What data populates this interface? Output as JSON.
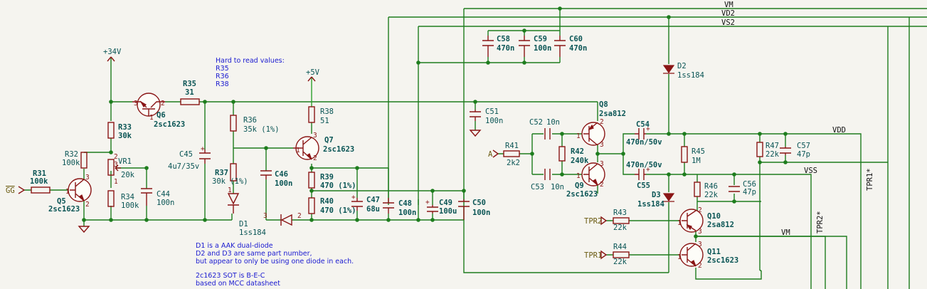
{
  "nets": {
    "vm_top": "VM",
    "vd2": "VD2",
    "vs2": "VS2",
    "vdd": "VDD",
    "vss": "VSS",
    "vm_low": "VM",
    "p34": "+34V",
    "p5": "+5V",
    "tpr1": "TPR1*",
    "tpr2": "TPR2*"
  },
  "global_labels": {
    "gg": "GG",
    "a": "A",
    "tpr2": "TPR2",
    "tpr1": "TPR1"
  },
  "notes": {
    "hard_title": "Hard to read values:",
    "hard_1": "R35",
    "hard_2": "R36",
    "hard_3": "R38",
    "d_1": "D1 is a AAK dual-diode",
    "d_2": "D2 and D3 are same part number,",
    "d_3": "but appear to only be using one diode in each.",
    "sot_1": "2c1623 SOT is B-E-C",
    "sot_2": "based on MCC datasheet"
  },
  "components": {
    "R31": {
      "ref": "R31",
      "val": "100k"
    },
    "R32": {
      "ref": "R32",
      "val": "100k"
    },
    "R33": {
      "ref": "R33",
      "val": "30k"
    },
    "R34": {
      "ref": "R34",
      "val": "100k"
    },
    "VR1": {
      "ref": "VR1",
      "val": "20k"
    },
    "C44": {
      "ref": "C44",
      "val": "100n"
    },
    "Q5": {
      "ref": "Q5",
      "val": "2sc1623"
    },
    "Q6": {
      "ref": "Q6",
      "val": "2sc1623"
    },
    "R35": {
      "ref": "R35",
      "val": "31"
    },
    "C45": {
      "ref": "C45",
      "val": "4u7/35v"
    },
    "R36": {
      "ref": "R36",
      "val": "35k (1%)"
    },
    "R37": {
      "ref": "R37",
      "val": "30k (1%)"
    },
    "C46": {
      "ref": "C46",
      "val": "100n"
    },
    "D1": {
      "ref": "D1",
      "val": "1ss184"
    },
    "R38": {
      "ref": "R38",
      "val": "51"
    },
    "Q7": {
      "ref": "Q7",
      "val": "2sc1623"
    },
    "R39": {
      "ref": "R39",
      "val": "470 (1%)"
    },
    "R40": {
      "ref": "R40",
      "val": "470 (1%)"
    },
    "C47": {
      "ref": "C47",
      "val": "68u"
    },
    "C48": {
      "ref": "C48",
      "val": "100n"
    },
    "C49": {
      "ref": "C49",
      "val": "100u"
    },
    "C50": {
      "ref": "C50",
      "val": "100n"
    },
    "C58": {
      "ref": "C58",
      "val": "470n"
    },
    "C59": {
      "ref": "C59",
      "val": "100n"
    },
    "C60": {
      "ref": "C60",
      "val": "470n"
    },
    "C51": {
      "ref": "C51",
      "val": "100n"
    },
    "R41": {
      "ref": "R41",
      "val": "2k2"
    },
    "C52": {
      "ref": "C52",
      "val": "10n"
    },
    "C53": {
      "ref": "C53",
      "val": "10n"
    },
    "R42": {
      "ref": "R42",
      "val": "240k"
    },
    "Q8": {
      "ref": "Q8",
      "val": "2sa812"
    },
    "Q9": {
      "ref": "Q9",
      "val": "2sc1623"
    },
    "D2": {
      "ref": "D2",
      "val": "1ss184"
    },
    "C54": {
      "ref": "C54",
      "val": "470n/50v"
    },
    "C55": {
      "ref": "C55",
      "val": "470n/50v"
    },
    "R45": {
      "ref": "R45",
      "val": "1M"
    },
    "D3": {
      "ref": "D3",
      "val": "1ss184"
    },
    "R46": {
      "ref": "R46",
      "val": "22k"
    },
    "C56": {
      "ref": "C56",
      "val": "47p"
    },
    "R47": {
      "ref": "R47",
      "val": "22k"
    },
    "C57": {
      "ref": "C57",
      "val": "47p"
    },
    "R43": {
      "ref": "R43",
      "val": "22k"
    },
    "R44": {
      "ref": "R44",
      "val": "22k"
    },
    "Q10": {
      "ref": "Q10",
      "val": "2sa812"
    },
    "Q11": {
      "ref": "Q11",
      "val": "2sc1623"
    }
  },
  "pin_numbers": {
    "one": "1",
    "two": "2",
    "three": "3"
  },
  "colors": {
    "background": "#f5f4ef",
    "wire": "#1e7d1e",
    "component": "#8a1515",
    "reference": "#0a5555",
    "note": "#1a1ad0",
    "global_label": "#6a5a10"
  }
}
